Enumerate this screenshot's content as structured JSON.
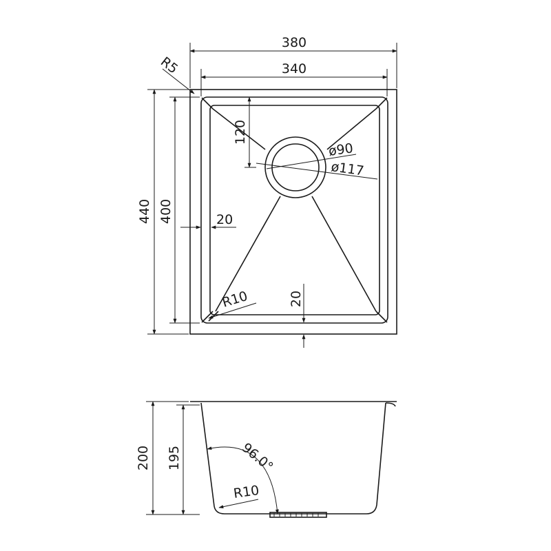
{
  "top_view": {
    "overall_width": "380",
    "inner_width": "340",
    "overall_length": "440",
    "inner_length": "400",
    "corner_radius_outer": "R5",
    "corner_radius_inner": "R10",
    "drain_offset": "120",
    "drain_inner_dia": "ø90",
    "drain_outer_dia": "ø117",
    "flange_side": "20",
    "flange_bottom": "20"
  },
  "side_view": {
    "overall_height": "200",
    "bowl_depth": "195",
    "wall_angle": "96.0°",
    "bottom_radius": "R10"
  }
}
